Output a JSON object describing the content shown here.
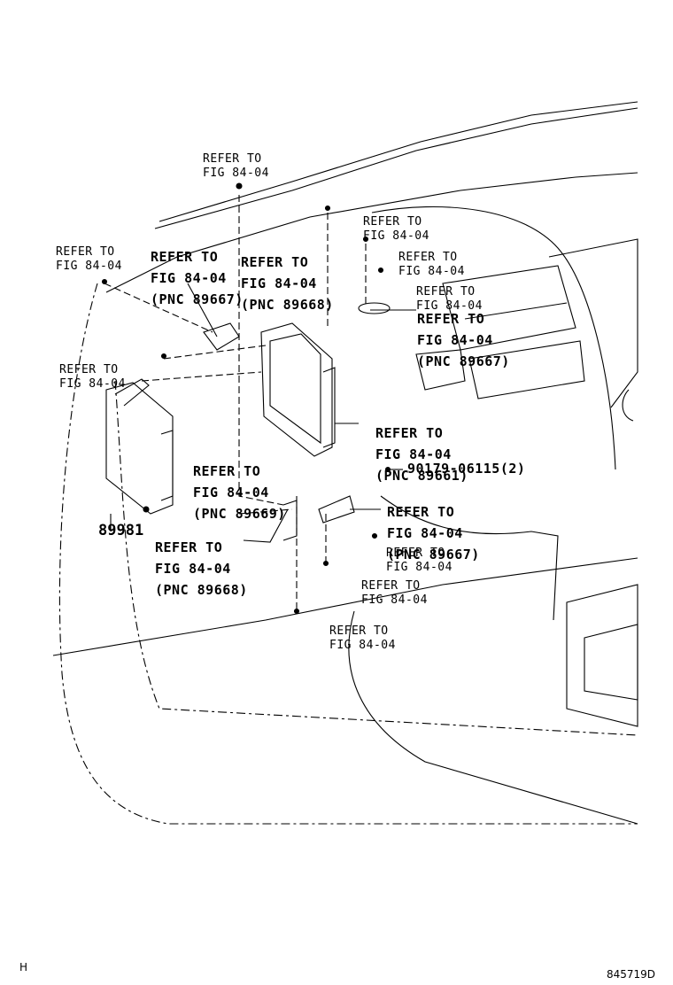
{
  "labels": {
    "ref_top": [
      "REFER TO",
      "FIG 84-04"
    ],
    "ref_left_top": [
      "REFER TO",
      "FIG 84-04"
    ],
    "ref_left_mid": [
      "REFER TO",
      "FIG 84-04"
    ],
    "ref_mid_right1": [
      "REFER TO",
      "FIG 84-04"
    ],
    "ref_mid_right2": [
      "REFER TO",
      "FIG 84-04"
    ],
    "ref_mid_right3": [
      "REFER TO",
      "FIG 84-04"
    ],
    "ref_lower1": [
      "REFER TO",
      "FIG 84-04"
    ],
    "ref_lower2": [
      "REFER TO",
      "FIG 84-04"
    ],
    "ref_lower3": [
      "REFER TO",
      "FIG 84-04"
    ],
    "pnc_89667_a": [
      "REFER TO",
      "FIG 84-04",
      "(PNC 89667)"
    ],
    "pnc_89668_a": [
      "REFER TO",
      "FIG 84-04",
      "(PNC 89668)"
    ],
    "pnc_89667_b": [
      "REFER TO",
      "FIG 84-04",
      "(PNC 89667)"
    ],
    "pnc_89661": [
      "REFER TO",
      "FIG 84-04",
      "(PNC 89661)"
    ],
    "pnc_89669": [
      "REFER TO",
      "FIG 84-04",
      "(PNC 89669)"
    ],
    "pnc_89668_b": [
      "REFER TO",
      "FIG 84-04",
      "(PNC 89668)"
    ],
    "pnc_89667_c": [
      "REFER TO",
      "FIG 84-04",
      "(PNC 89667)"
    ],
    "bolt_part": "90179-06115(2)",
    "part_number": "89981"
  },
  "corner_left": "H",
  "corner_right": "845719D"
}
